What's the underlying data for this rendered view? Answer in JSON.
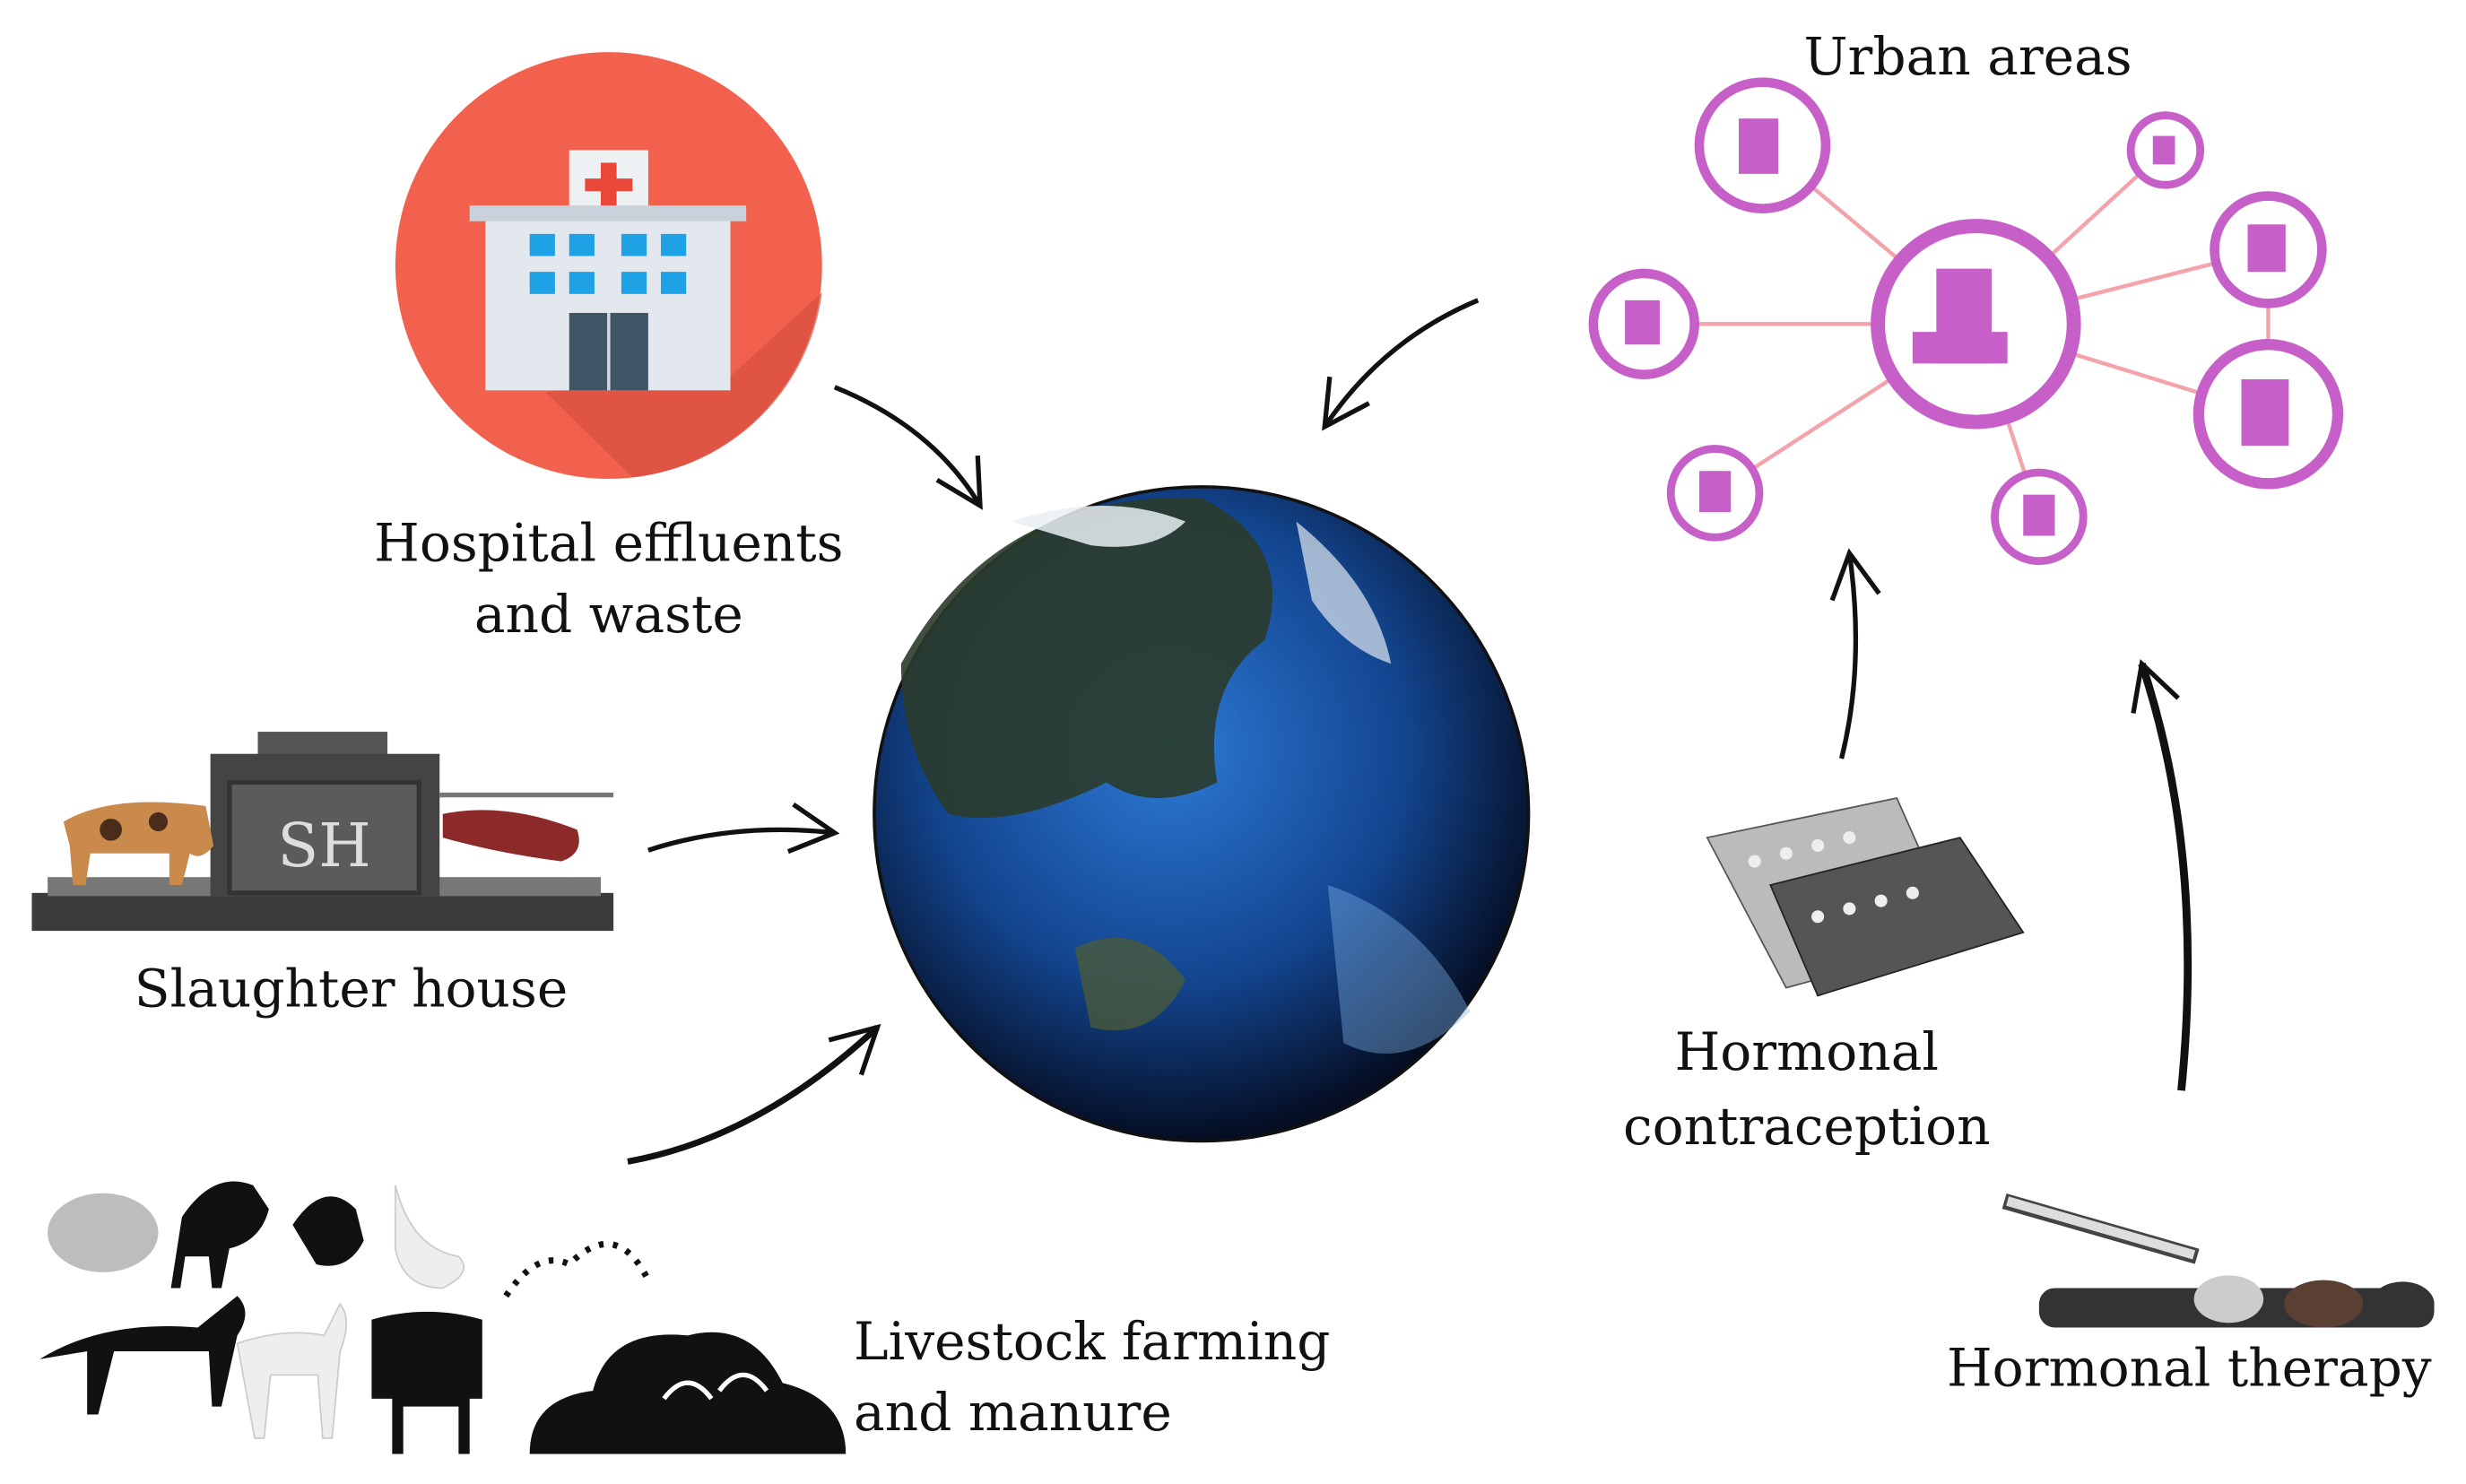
{
  "title": "Sources of hormones in the environment",
  "hospital": {
    "line1": "Hospital effluents",
    "line2": "and waste",
    "color": "#f2614e"
  },
  "slaughter": {
    "label": "Slaughter house",
    "sign": "SH"
  },
  "livestock": {
    "line1": "Livestock farming",
    "line2": "and manure"
  },
  "urban": {
    "label": "Urban areas",
    "color": "#c65fc7",
    "link_color": "#f4a3ab"
  },
  "contraception": {
    "line1": "Hormonal",
    "line2": "contraception"
  },
  "therapy": {
    "label": "Hormonal therapy"
  },
  "globe": {
    "ocean_color": "#1b5fb0"
  }
}
